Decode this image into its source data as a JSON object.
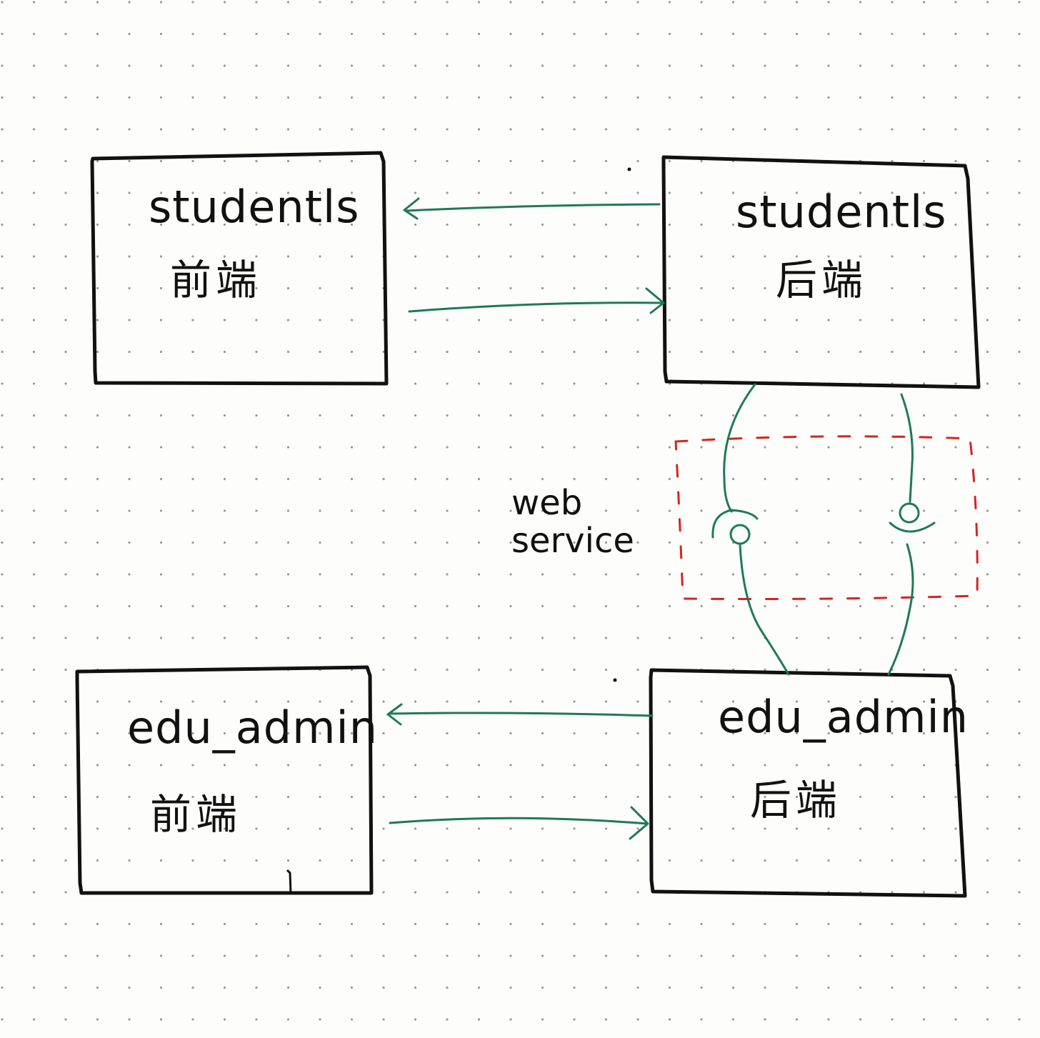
{
  "colors": {
    "background": "#fdfdfb",
    "grid_dot": "#9a9a9a",
    "box_stroke": "#111111",
    "arrow": "#1f7a57",
    "boundary": "#d4251f"
  },
  "boxes": {
    "students_frontend": {
      "title": "studentls",
      "subtitle": "前端"
    },
    "students_backend": {
      "title": "studentls",
      "subtitle": "后端"
    },
    "edu_admin_frontend": {
      "title": "edu_admin",
      "subtitle": "前端"
    },
    "edu_admin_backend": {
      "title": "edu_admin",
      "subtitle": "后端"
    }
  },
  "web_service": {
    "line1": "web",
    "line2": "service"
  }
}
